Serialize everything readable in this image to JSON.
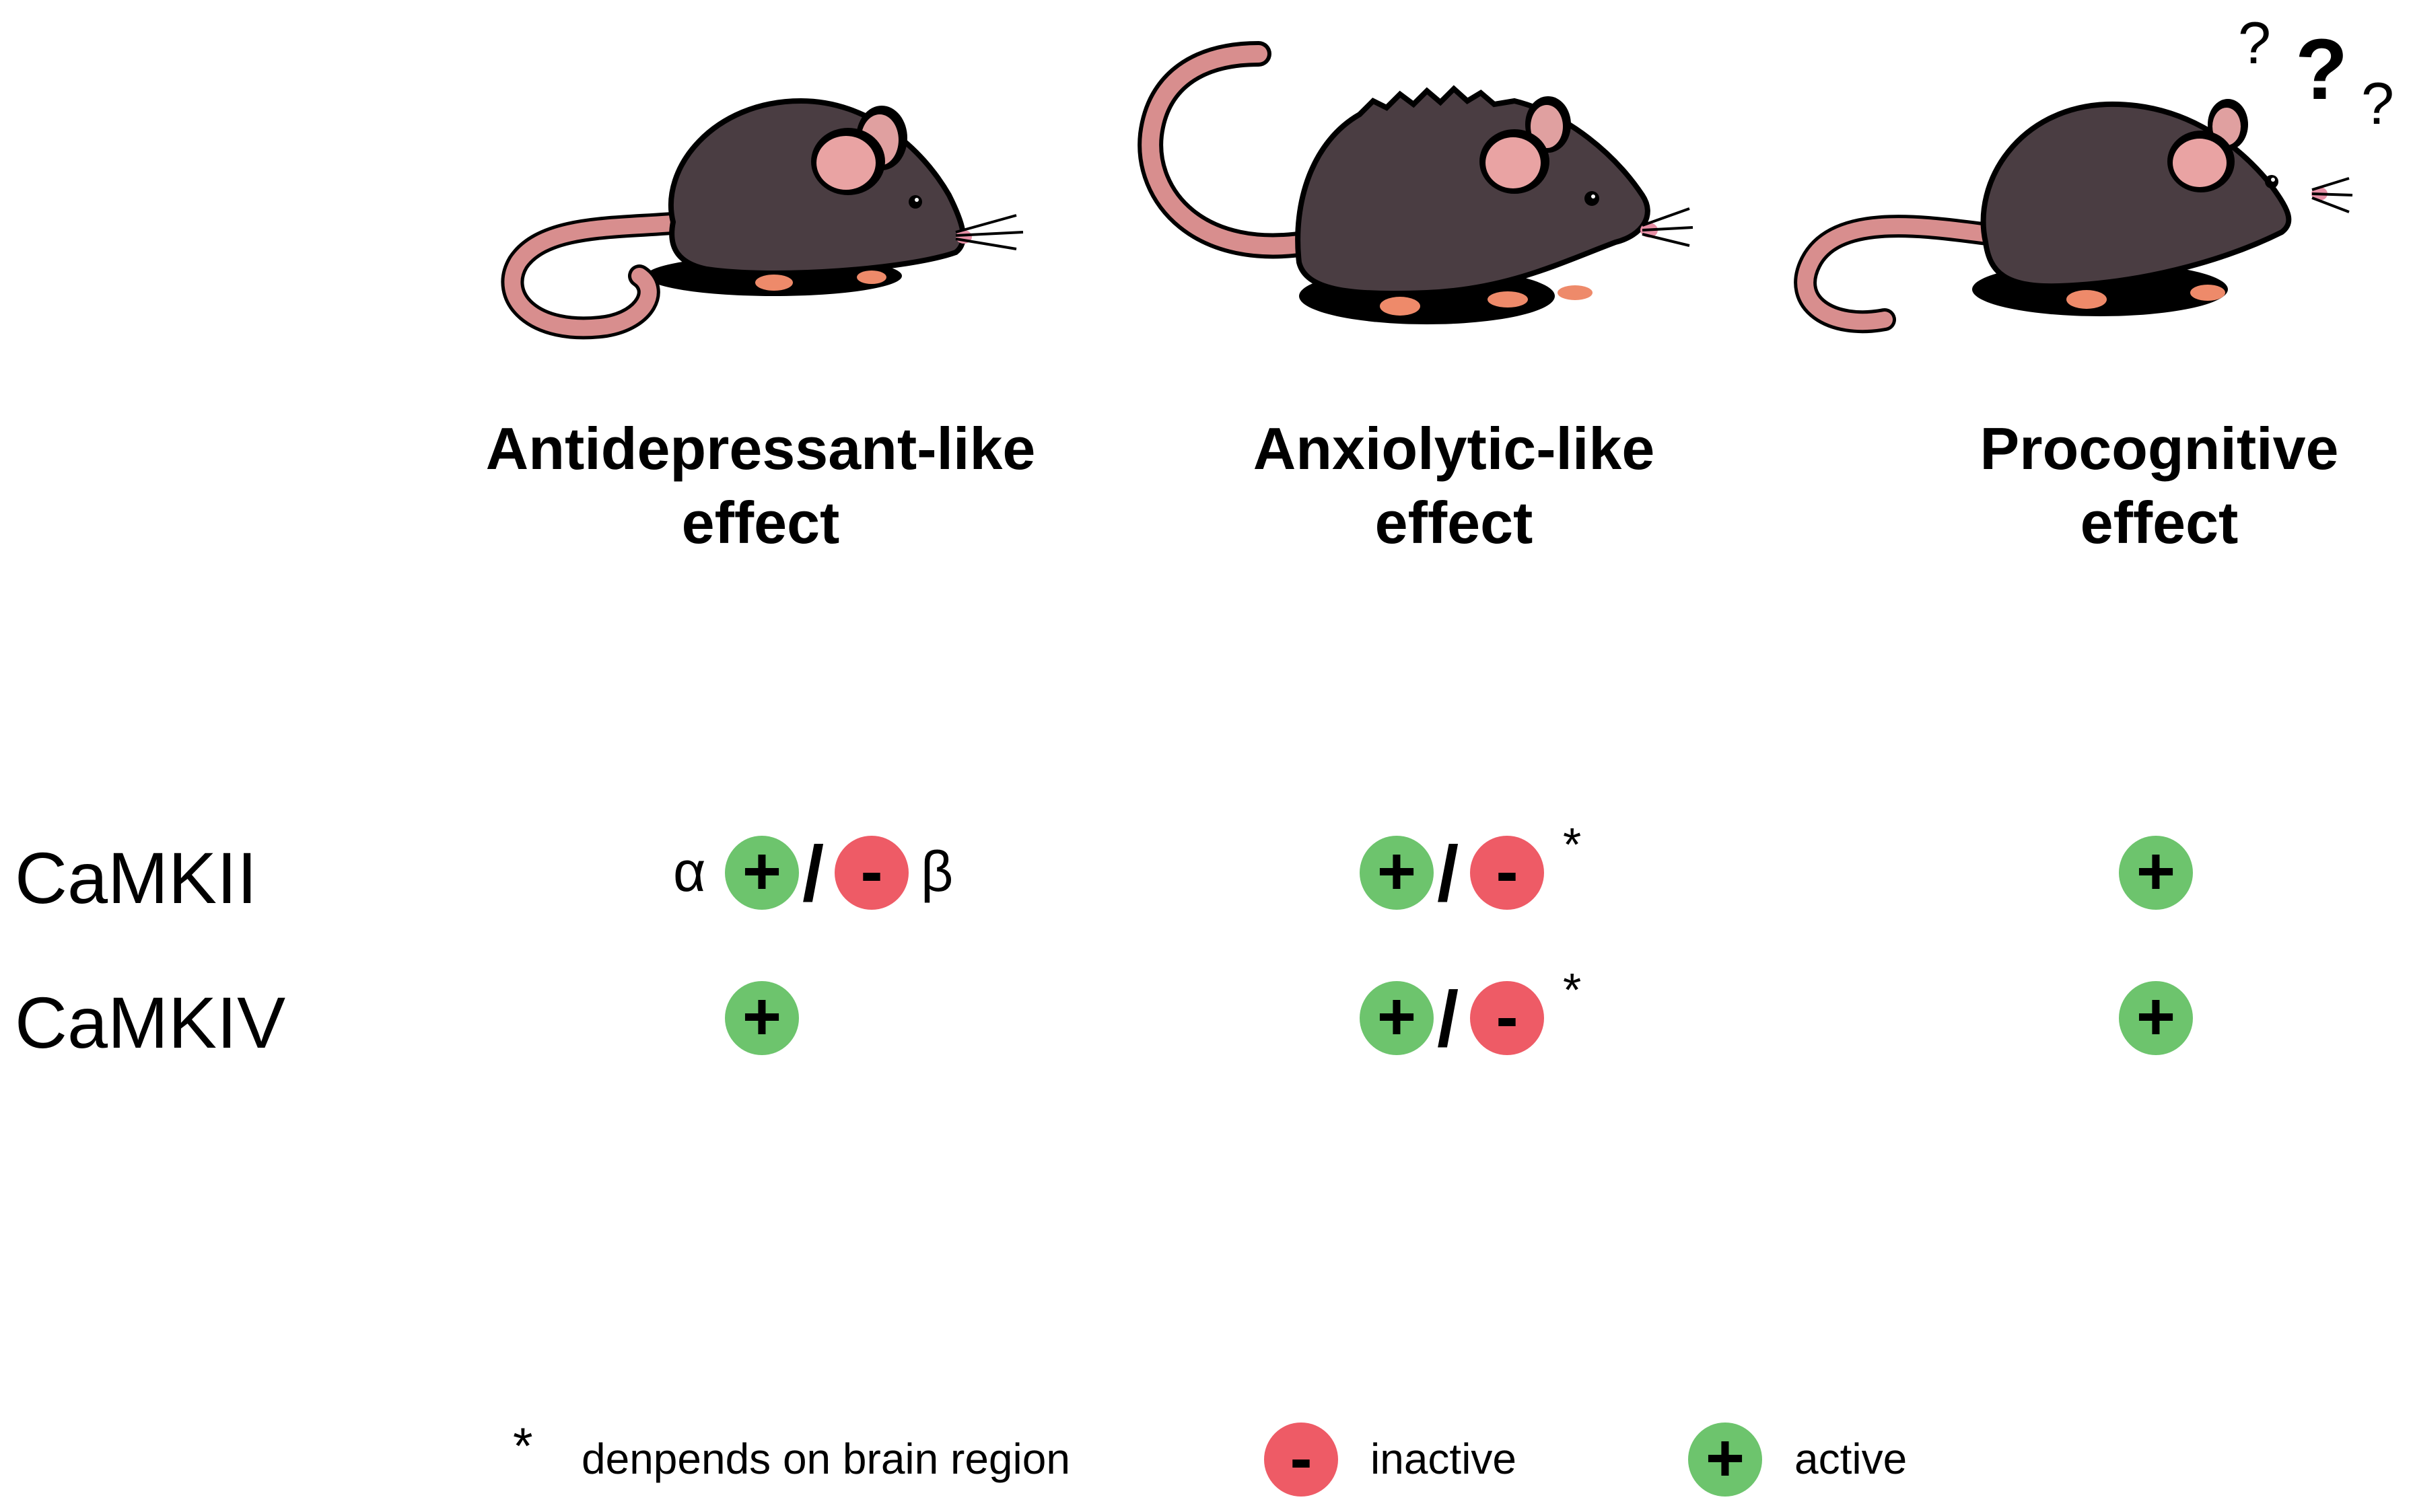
{
  "columns": [
    {
      "title_line1": "Antidepressant-like",
      "title_line2": "effect"
    },
    {
      "title_line1": "Anxiolytic-like",
      "title_line2": "effect"
    },
    {
      "title_line1": "Procognitive",
      "title_line2": "effect"
    }
  ],
  "rows": [
    {
      "label": "CaMKII",
      "cells": [
        {
          "alpha": "α",
          "plus": "+",
          "slash": "/",
          "minus": "-",
          "beta": "β"
        },
        {
          "plus": "+",
          "slash": "/",
          "minus": "-",
          "star": "*"
        },
        {
          "plus": "+"
        }
      ]
    },
    {
      "label": "CaMKIV",
      "cells": [
        {
          "plus": "+"
        },
        {
          "plus": "+",
          "slash": "/",
          "minus": "-",
          "star": "*"
        },
        {
          "plus": "+"
        }
      ]
    }
  ],
  "question_marks": [
    "?",
    "?",
    "?"
  ],
  "legend": {
    "star_symbol": "*",
    "star_text": "denpends on brain region",
    "inactive_symbol": "-",
    "inactive_text": "inactive",
    "active_symbol": "+",
    "active_text": "active"
  },
  "colors": {
    "active": "#6dc46d",
    "inactive": "#ee5b66",
    "mouse_body": "#4a3d42",
    "mouse_pink": "#d88e8e"
  }
}
